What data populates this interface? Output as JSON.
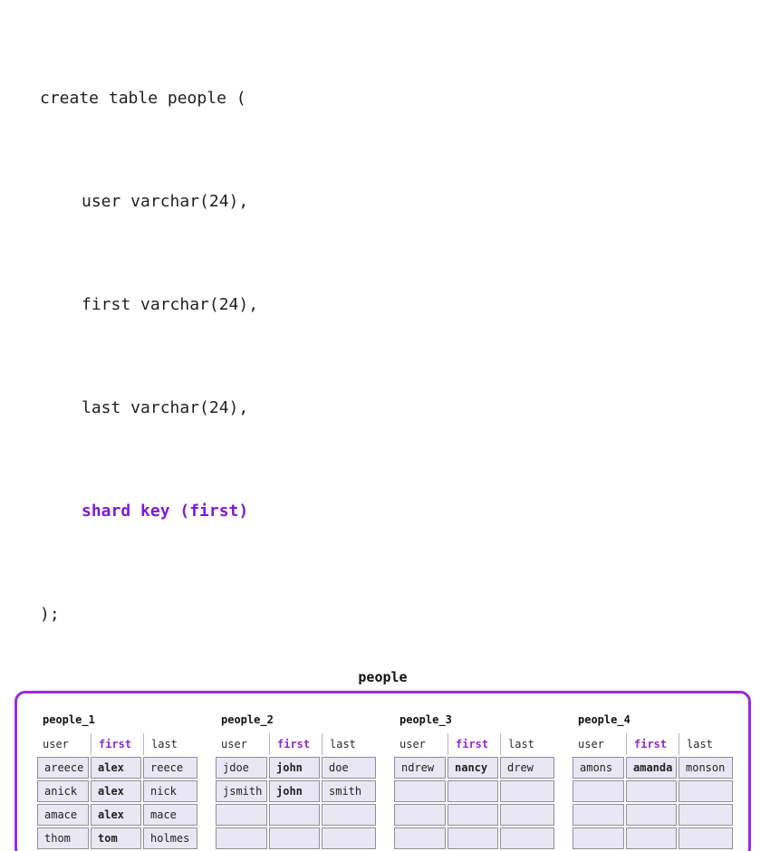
{
  "code": {
    "lines": [
      "create table people (",
      "user varchar(24),",
      "first varchar(24),",
      "last varchar(24),",
      "shard key (first)",
      ");"
    ]
  },
  "diagram": {
    "title": "people",
    "columns": [
      "user",
      "first",
      "last"
    ],
    "shard_column": "first",
    "tables": [
      {
        "name": "people_1",
        "rows": [
          [
            "areece",
            "alex",
            "reece"
          ],
          [
            "anick",
            "alex",
            "nick"
          ],
          [
            "amace",
            "alex",
            "mace"
          ],
          [
            "thom",
            "tom",
            "holmes"
          ]
        ]
      },
      {
        "name": "people_2",
        "rows": [
          [
            "jdoe",
            "john",
            "doe"
          ],
          [
            "jsmith",
            "john",
            "smith"
          ],
          [
            "",
            "",
            ""
          ],
          [
            "",
            "",
            ""
          ]
        ]
      },
      {
        "name": "people_3",
        "rows": [
          [
            "ndrew",
            "nancy",
            "drew"
          ],
          [
            "",
            "",
            ""
          ],
          [
            "",
            "",
            ""
          ],
          [
            "",
            "",
            ""
          ]
        ]
      },
      {
        "name": "people_4",
        "rows": [
          [
            "amons",
            "amanda",
            "monson"
          ],
          [
            "",
            "",
            ""
          ],
          [
            "",
            "",
            ""
          ],
          [
            "",
            "",
            ""
          ]
        ]
      }
    ]
  },
  "colors": {
    "code_purple": "#7c1bd6",
    "table_purple": "#9326cc",
    "box_border_purple": "#9a2bd5",
    "cell_bg": "#e9e7f4",
    "cell_border": "#8f8e99",
    "text_dark": "#1f1f1f"
  }
}
